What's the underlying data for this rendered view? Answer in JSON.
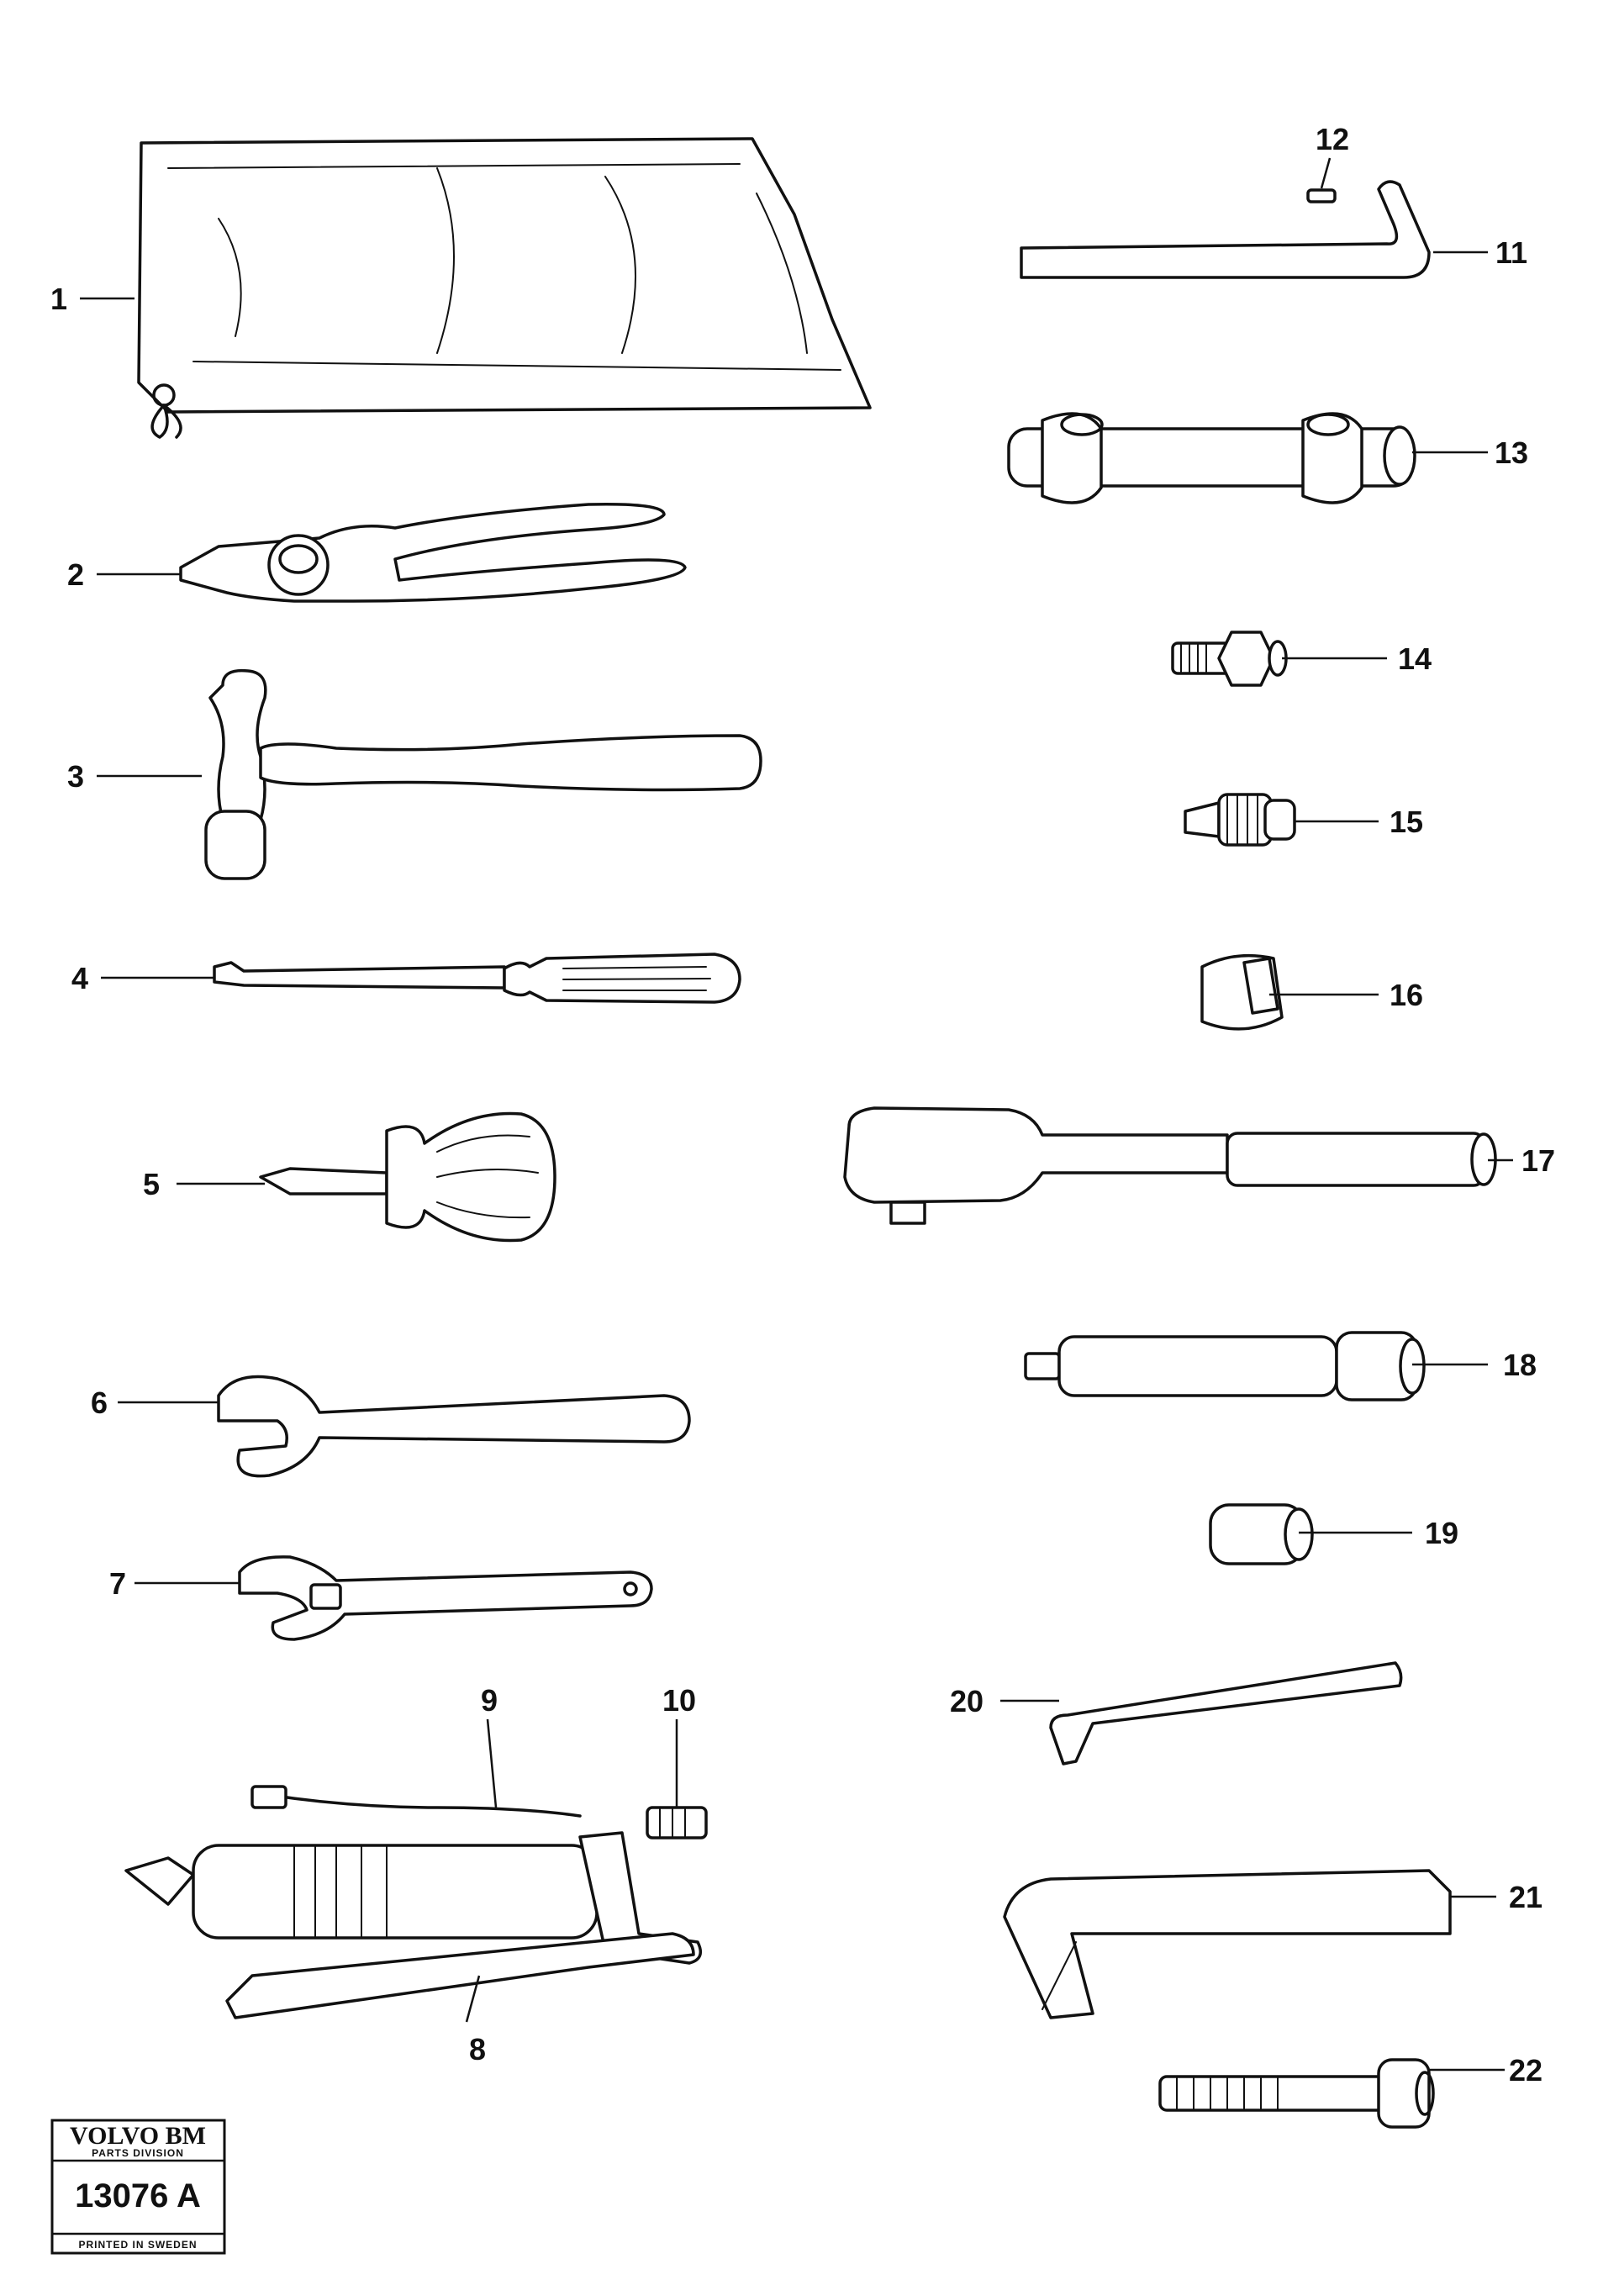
{
  "callouts": [
    "1",
    "2",
    "3",
    "4",
    "5",
    "6",
    "7",
    "8",
    "9",
    "10",
    "11",
    "12",
    "13",
    "14",
    "15",
    "16",
    "17",
    "18",
    "19",
    "20",
    "21",
    "22"
  ],
  "stamp": {
    "brand": "VOLVO BM",
    "division": "PARTS DIVISION",
    "number": "13076 A",
    "printed": "PRINTED IN SWEDEN"
  }
}
